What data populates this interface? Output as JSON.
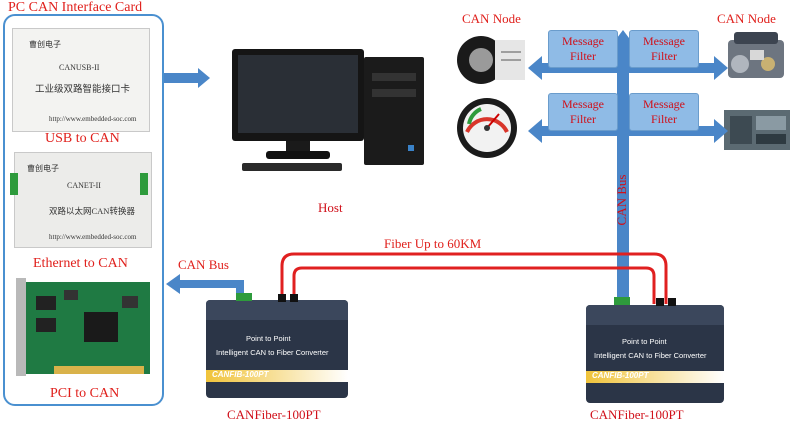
{
  "panel": {
    "title": "PC CAN Interface Card",
    "items": [
      {
        "caption": "USB to CAN",
        "brand": "曹创电子",
        "model": "CANUSB-II",
        "desc": "工业级双路智能接口卡",
        "url": "http://www.embedded-soc.com"
      },
      {
        "caption": "Ethernet to CAN",
        "brand": "曹创电子",
        "model": "CANET-II",
        "desc": "双路以太网CAN转换器",
        "url": "http://www.embedded-soc.com"
      },
      {
        "caption": "PCI to CAN"
      }
    ]
  },
  "host": {
    "label": "Host"
  },
  "nodes": {
    "left_label": "CAN Node",
    "right_label": "CAN Node"
  },
  "filters": [
    {
      "line1": "Message",
      "line2": "Filter"
    },
    {
      "line1": "Message",
      "line2": "Filter"
    },
    {
      "line1": "Message",
      "line2": "Filter"
    },
    {
      "line1": "Message",
      "line2": "Filter"
    }
  ],
  "bus": {
    "vertical_label": "CAN Bus",
    "left_label": "CAN Bus"
  },
  "fiber": {
    "label": "Fiber Up to 60KM"
  },
  "converters": [
    {
      "label": "CANFiber-100PT",
      "line1": "Point to Point",
      "line2": "Intelligent CAN to Fiber Converter",
      "model": "CANFIB-100PT"
    },
    {
      "label": "CANFiber-100PT",
      "line1": "Point to Point",
      "line2": "Intelligent CAN to Fiber Converter",
      "model": "CANFIB-100PT"
    }
  ],
  "colors": {
    "bus_blue": "#4a86c8",
    "fiber_red": "#e02020",
    "label_red": "#e0201c",
    "panel_border": "#4a90d0",
    "filter_fill": "#8fbbe6",
    "converter_body": "#2b3547"
  }
}
